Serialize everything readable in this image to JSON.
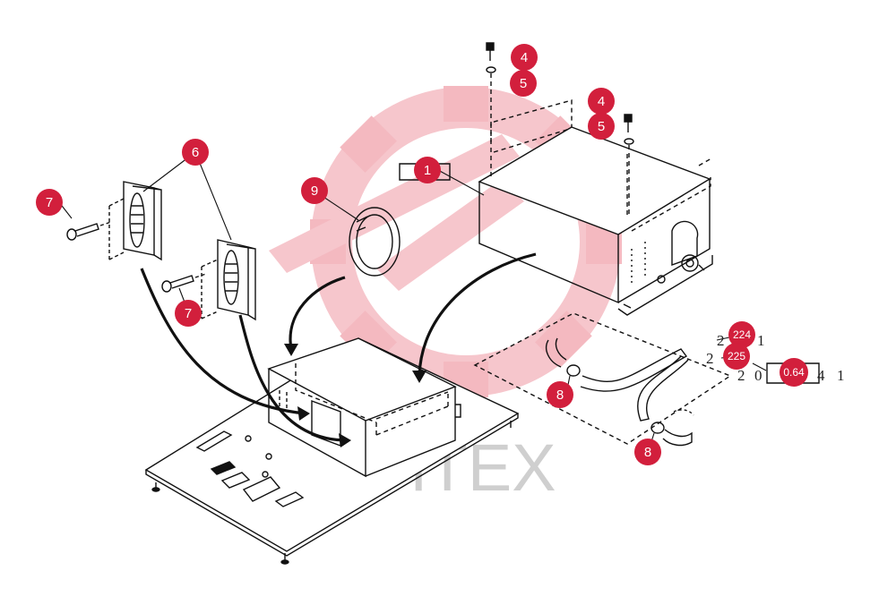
{
  "watermark": {
    "brand_text": "ИНТЕХ",
    "gear_color": "#f4b9c0",
    "text_color": "#cfcfcf"
  },
  "callout_color": "#d21f3c",
  "callouts": {
    "c1": "1",
    "c4a": "4",
    "c5a": "5",
    "c4b": "4",
    "c5b": "5",
    "c6": "6",
    "c7a": "7",
    "c7b": "7",
    "c8a": "8",
    "c8b": "8",
    "c9": "9",
    "c224": "224",
    "c225": "225",
    "c064": "0.64"
  },
  "reference_text": {
    "r1_a": "2",
    "r1_b": "1",
    "r2_a": "2",
    "r3_a": "2",
    "r3_b": "0",
    "r3_c": "4",
    "r3_d": "1"
  }
}
